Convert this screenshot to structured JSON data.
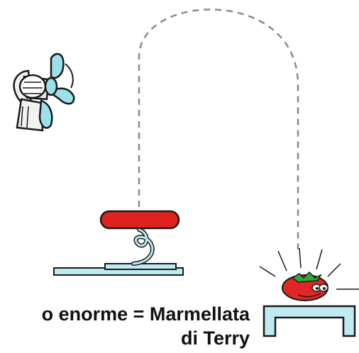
{
  "caption": {
    "line1": "o enorme = Marmellata",
    "line2": "di Terry"
  },
  "colors": {
    "outline": "#1a1a1a",
    "fan": "#9be0ea",
    "fan_base": "#f2f2f2",
    "spring_pad": "#e0221e",
    "platform": "#bfeaf2",
    "tomato": "#e02626",
    "leaf": "#2ea836",
    "trajectory": "#8a8a8a"
  },
  "icons": {
    "fan": "fan-icon",
    "spring": "spring-launcher",
    "tomato": "tomato-character",
    "catcher": "catcher-tray"
  }
}
